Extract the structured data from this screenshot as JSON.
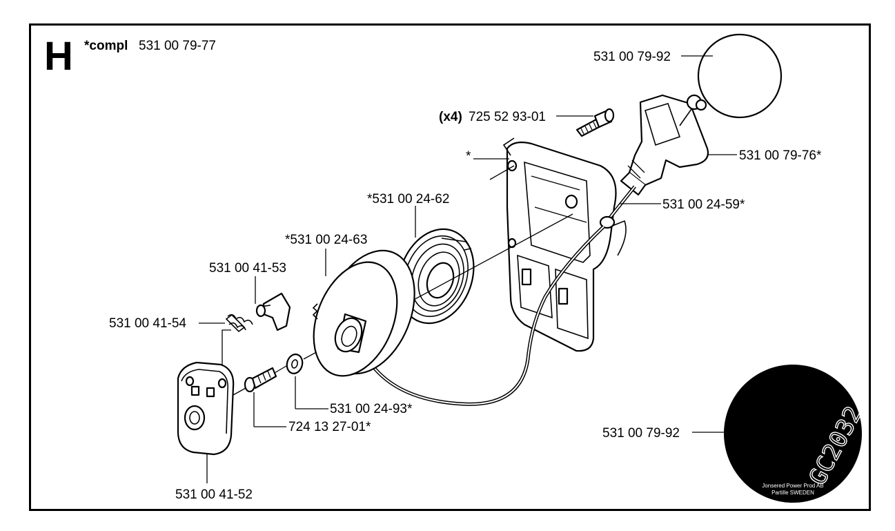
{
  "section_letter": "H",
  "compl": {
    "prefix": "*compl",
    "number": "531 00 79-77"
  },
  "labels": {
    "decal_top": "531 00 79-92",
    "screws_qty": "(x4)",
    "screws": "725 52 93-01",
    "housing": "*",
    "handle": "531 00 79-76*",
    "rope": "531 00 24-59*",
    "spring": "*531 00 24-62",
    "pulley": "*531 00 24-63",
    "pawl": "531 00 41-53",
    "pawl_spring": "531 00 41-54",
    "washer": "531 00 24-93*",
    "screw": "724 13 27-01*",
    "hub": "531 00 41-52",
    "decal_bottom": "531 00 79-92"
  },
  "decal": {
    "model": "GC2032",
    "line1": "Jonsered Power Prod AB",
    "line2": "Partille SWEDEN"
  }
}
